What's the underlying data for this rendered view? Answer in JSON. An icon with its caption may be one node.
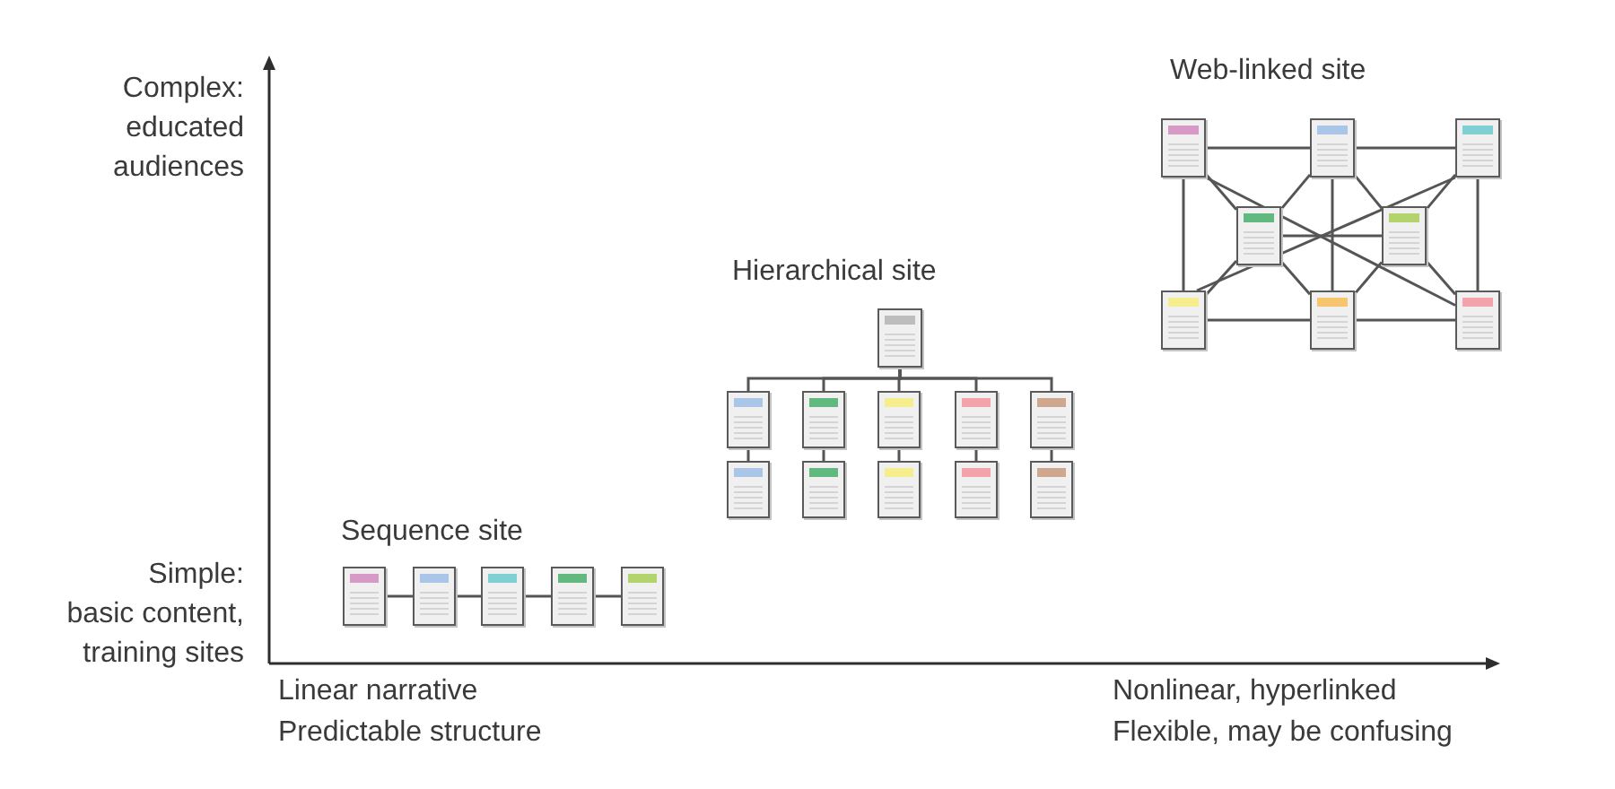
{
  "diagram": {
    "nodes": [
      {
        "text": [],
        "shape": "document"
      },
      {
        "text": [],
        "shape": "document"
      },
      {
        "text": [],
        "shape": "document"
      },
      {
        "text": [],
        "shape": "document"
      },
      {
        "text": [],
        "shape": "document"
      },
      {
        "text": [],
        "shape": "document"
      },
      {
        "text": [],
        "shape": "document"
      },
      {
        "text": [],
        "shape": "document"
      },
      {
        "text": [],
        "shape": "document"
      },
      {
        "text": [],
        "shape": "document"
      },
      {
        "text": [],
        "shape": "document"
      },
      {
        "text": [],
        "shape": "document"
      },
      {
        "text": [],
        "shape": "document"
      },
      {
        "text": [],
        "shape": "document"
      },
      {
        "text": [],
        "shape": "document"
      },
      {
        "text": [],
        "shape": "document"
      },
      {
        "text": [],
        "shape": "document"
      },
      {
        "text": [],
        "shape": "document"
      },
      {
        "text": [],
        "shape": "document"
      },
      {
        "text": [],
        "shape": "document"
      },
      {
        "text": [],
        "shape": "document"
      },
      {
        "text": [],
        "shape": "document"
      },
      {
        "text": [],
        "shape": "document"
      },
      {
        "text": [],
        "shape": "document"
      }
    ],
    "edges": [
      {
        "from": 0,
        "to": 1,
        "arrow": "none"
      },
      {
        "from": 1,
        "to": 2,
        "arrow": "none"
      },
      {
        "from": 0,
        "to": 5,
        "arrow": "none"
      },
      {
        "from": 2,
        "to": 7,
        "arrow": "none"
      },
      {
        "from": 5,
        "to": 6,
        "arrow": "none"
      },
      {
        "from": 6,
        "to": 7,
        "arrow": "none"
      },
      {
        "from": 1,
        "to": 6,
        "arrow": "none"
      },
      {
        "from": 3,
        "to": 4,
        "arrow": "none"
      },
      {
        "from": 0,
        "to": 3,
        "arrow": "none"
      },
      {
        "from": 0,
        "to": 7,
        "arrow": "none"
      },
      {
        "from": 1,
        "to": 3,
        "arrow": "none"
      },
      {
        "from": 1,
        "to": 4,
        "arrow": "none"
      },
      {
        "from": 2,
        "to": 4,
        "arrow": "none"
      },
      {
        "from": 2,
        "to": 5,
        "arrow": "none"
      },
      {
        "from": 3,
        "to": 5,
        "arrow": "none"
      },
      {
        "from": 3,
        "to": 6,
        "arrow": "none"
      },
      {
        "from": 4,
        "to": 6,
        "arrow": "none"
      },
      {
        "from": 4,
        "to": 7,
        "arrow": "none"
      },
      {
        "from": 8,
        "to": 9,
        "arrow": "none"
      },
      {
        "from": 8,
        "to": 10,
        "arrow": "none"
      },
      {
        "from": 8,
        "to": 11,
        "arrow": "none"
      },
      {
        "from": 8,
        "to": 12,
        "arrow": "none"
      },
      {
        "from": 8,
        "to": 13,
        "arrow": "none"
      },
      {
        "from": 9,
        "to": 14,
        "arrow": "none"
      },
      {
        "from": 10,
        "to": 15,
        "arrow": "none"
      },
      {
        "from": 11,
        "to": 16,
        "arrow": "none"
      },
      {
        "from": 12,
        "to": 17,
        "arrow": "none"
      },
      {
        "from": 13,
        "to": 18,
        "arrow": "none"
      },
      {
        "from": 19,
        "to": 20,
        "arrow": "none"
      },
      {
        "from": 20,
        "to": 21,
        "arrow": "none"
      },
      {
        "from": 21,
        "to": 22,
        "arrow": "none"
      },
      {
        "from": 22,
        "to": 23,
        "arrow": "none"
      }
    ],
    "labels": [
      "Complex:",
      "educated audiences",
      "Web-linked site",
      "Hierarchical site",
      "Sequence site",
      "Simple:",
      "basic content, training sites",
      "Linear narrative",
      "Predictable structure",
      "Nonlinear, hyperlinked",
      "Flexible, may be confusing"
    ]
  }
}
